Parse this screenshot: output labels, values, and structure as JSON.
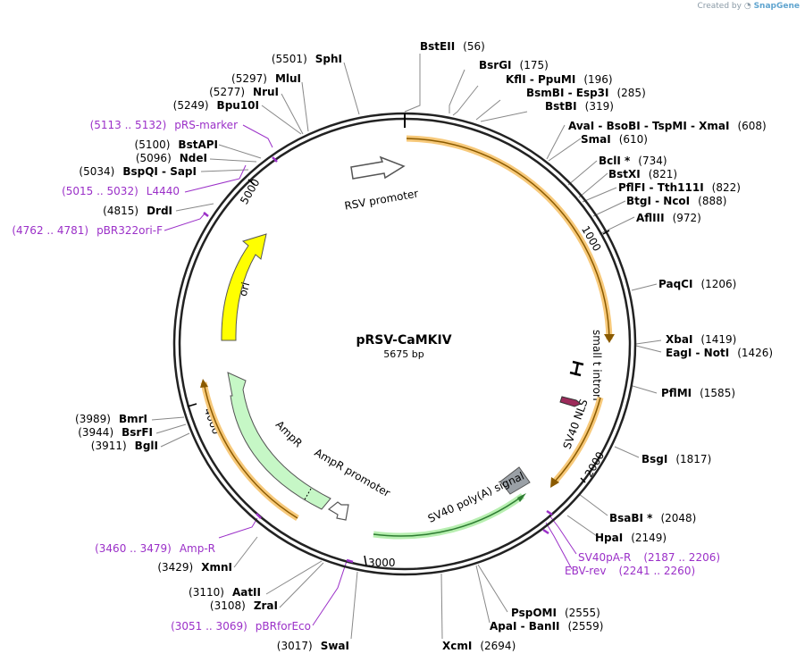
{
  "credit": {
    "prefix": "Created by",
    "brand": "SnapGene"
  },
  "plasmid": {
    "name": "pRSV-CaMKIV",
    "size_label": "5675 bp"
  },
  "ticks": [
    "1000",
    "2000",
    "3000",
    "4000",
    "5000"
  ],
  "features": {
    "rsv_promoter": "RSV promoter",
    "small_t_intron": "small t intron",
    "sv40_nls": "SV40 NLS",
    "sv40_polya": "SV40 poly(A) signal",
    "ampr_promoter": "AmpR promoter",
    "ampr": "AmpR",
    "ori": "ori"
  },
  "sites_right": [
    {
      "names": "BstEII",
      "pos": "(56)"
    },
    {
      "names": "BsrGI",
      "pos": "(175)"
    },
    {
      "names": "KflI  - PpuMI",
      "pos": "(196)"
    },
    {
      "names": "BsmBI  - Esp3I",
      "pos": "(285)"
    },
    {
      "names": "BstBI",
      "pos": "(319)"
    },
    {
      "names": "AvaI  - BsoBI  - TspMI  - XmaI",
      "pos": "(608)"
    },
    {
      "names": "SmaI",
      "pos": "(610)"
    },
    {
      "names": "BclI *",
      "pos": "(734)"
    },
    {
      "names": "BstXI",
      "pos": "(821)"
    },
    {
      "names": "PflFI  - Tth111I",
      "pos": "(822)"
    },
    {
      "names": "BtgI  - NcoI",
      "pos": "(888)"
    },
    {
      "names": "AflIII",
      "pos": "(972)"
    },
    {
      "names": "PaqCI",
      "pos": "(1206)"
    },
    {
      "names": "XbaI",
      "pos": "(1419)"
    },
    {
      "names": "EagI  - NotI",
      "pos": "(1426)"
    },
    {
      "names": "PflMI",
      "pos": "(1585)"
    },
    {
      "names": "BsgI",
      "pos": "(1817)"
    },
    {
      "names": "BsaBI *",
      "pos": "(2048)"
    },
    {
      "names": "HpaI",
      "pos": "(2149)"
    },
    {
      "names": "PspOMI",
      "pos": "(2555)"
    },
    {
      "names": "ApaI  - BanII",
      "pos": "(2559)"
    },
    {
      "names": "XcmI",
      "pos": "(2694)"
    }
  ],
  "sites_left": [
    {
      "pos": "(5501)",
      "names": "SphI"
    },
    {
      "pos": "(5297)",
      "names": "MluI"
    },
    {
      "pos": "(5277)",
      "names": "NruI"
    },
    {
      "pos": "(5249)",
      "names": "Bpu10I"
    },
    {
      "pos": "(5100)",
      "names": "BstAPI"
    },
    {
      "pos": "(5096)",
      "names": "NdeI"
    },
    {
      "pos": "(5034)",
      "names": "BspQI  - SapI"
    },
    {
      "pos": "(4815)",
      "names": "DrdI"
    },
    {
      "pos": "(3989)",
      "names": "BmrI"
    },
    {
      "pos": "(3944)",
      "names": "BsrFI"
    },
    {
      "pos": "(3911)",
      "names": "BglI"
    },
    {
      "pos": "(3429)",
      "names": "XmnI"
    },
    {
      "pos": "(3110)",
      "names": "AatII"
    },
    {
      "pos": "(3108)",
      "names": "ZraI"
    },
    {
      "pos": "(3017)",
      "names": "SwaI"
    }
  ],
  "primers": [
    {
      "range": "(5113 .. 5132)",
      "name": "pRS-marker"
    },
    {
      "range": "(5015 .. 5032)",
      "name": "L4440"
    },
    {
      "range": "(4762 .. 4781)",
      "name": "pBR322ori-F"
    },
    {
      "range": "(3460 .. 3479)",
      "name": "Amp-R"
    },
    {
      "range": "(3051 .. 3069)",
      "name": "pBRforEco"
    },
    {
      "name": "SV40pA-R",
      "range": "(2187 .. 2206)"
    },
    {
      "name": "EBV-rev",
      "range": "(2241 .. 2260)"
    }
  ],
  "colors": {
    "backbone": "#222222",
    "promoter_fill": "#ffffff",
    "cds_fill": "#f5a623",
    "ori_fill": "#ffff00",
    "ampr_fill": "#c6f7c6",
    "polya_fill": "#9aa0a6",
    "polya_arrow": "#4caf50",
    "primer": "#9b30c8",
    "nls_fill": "#9c2b5a"
  }
}
